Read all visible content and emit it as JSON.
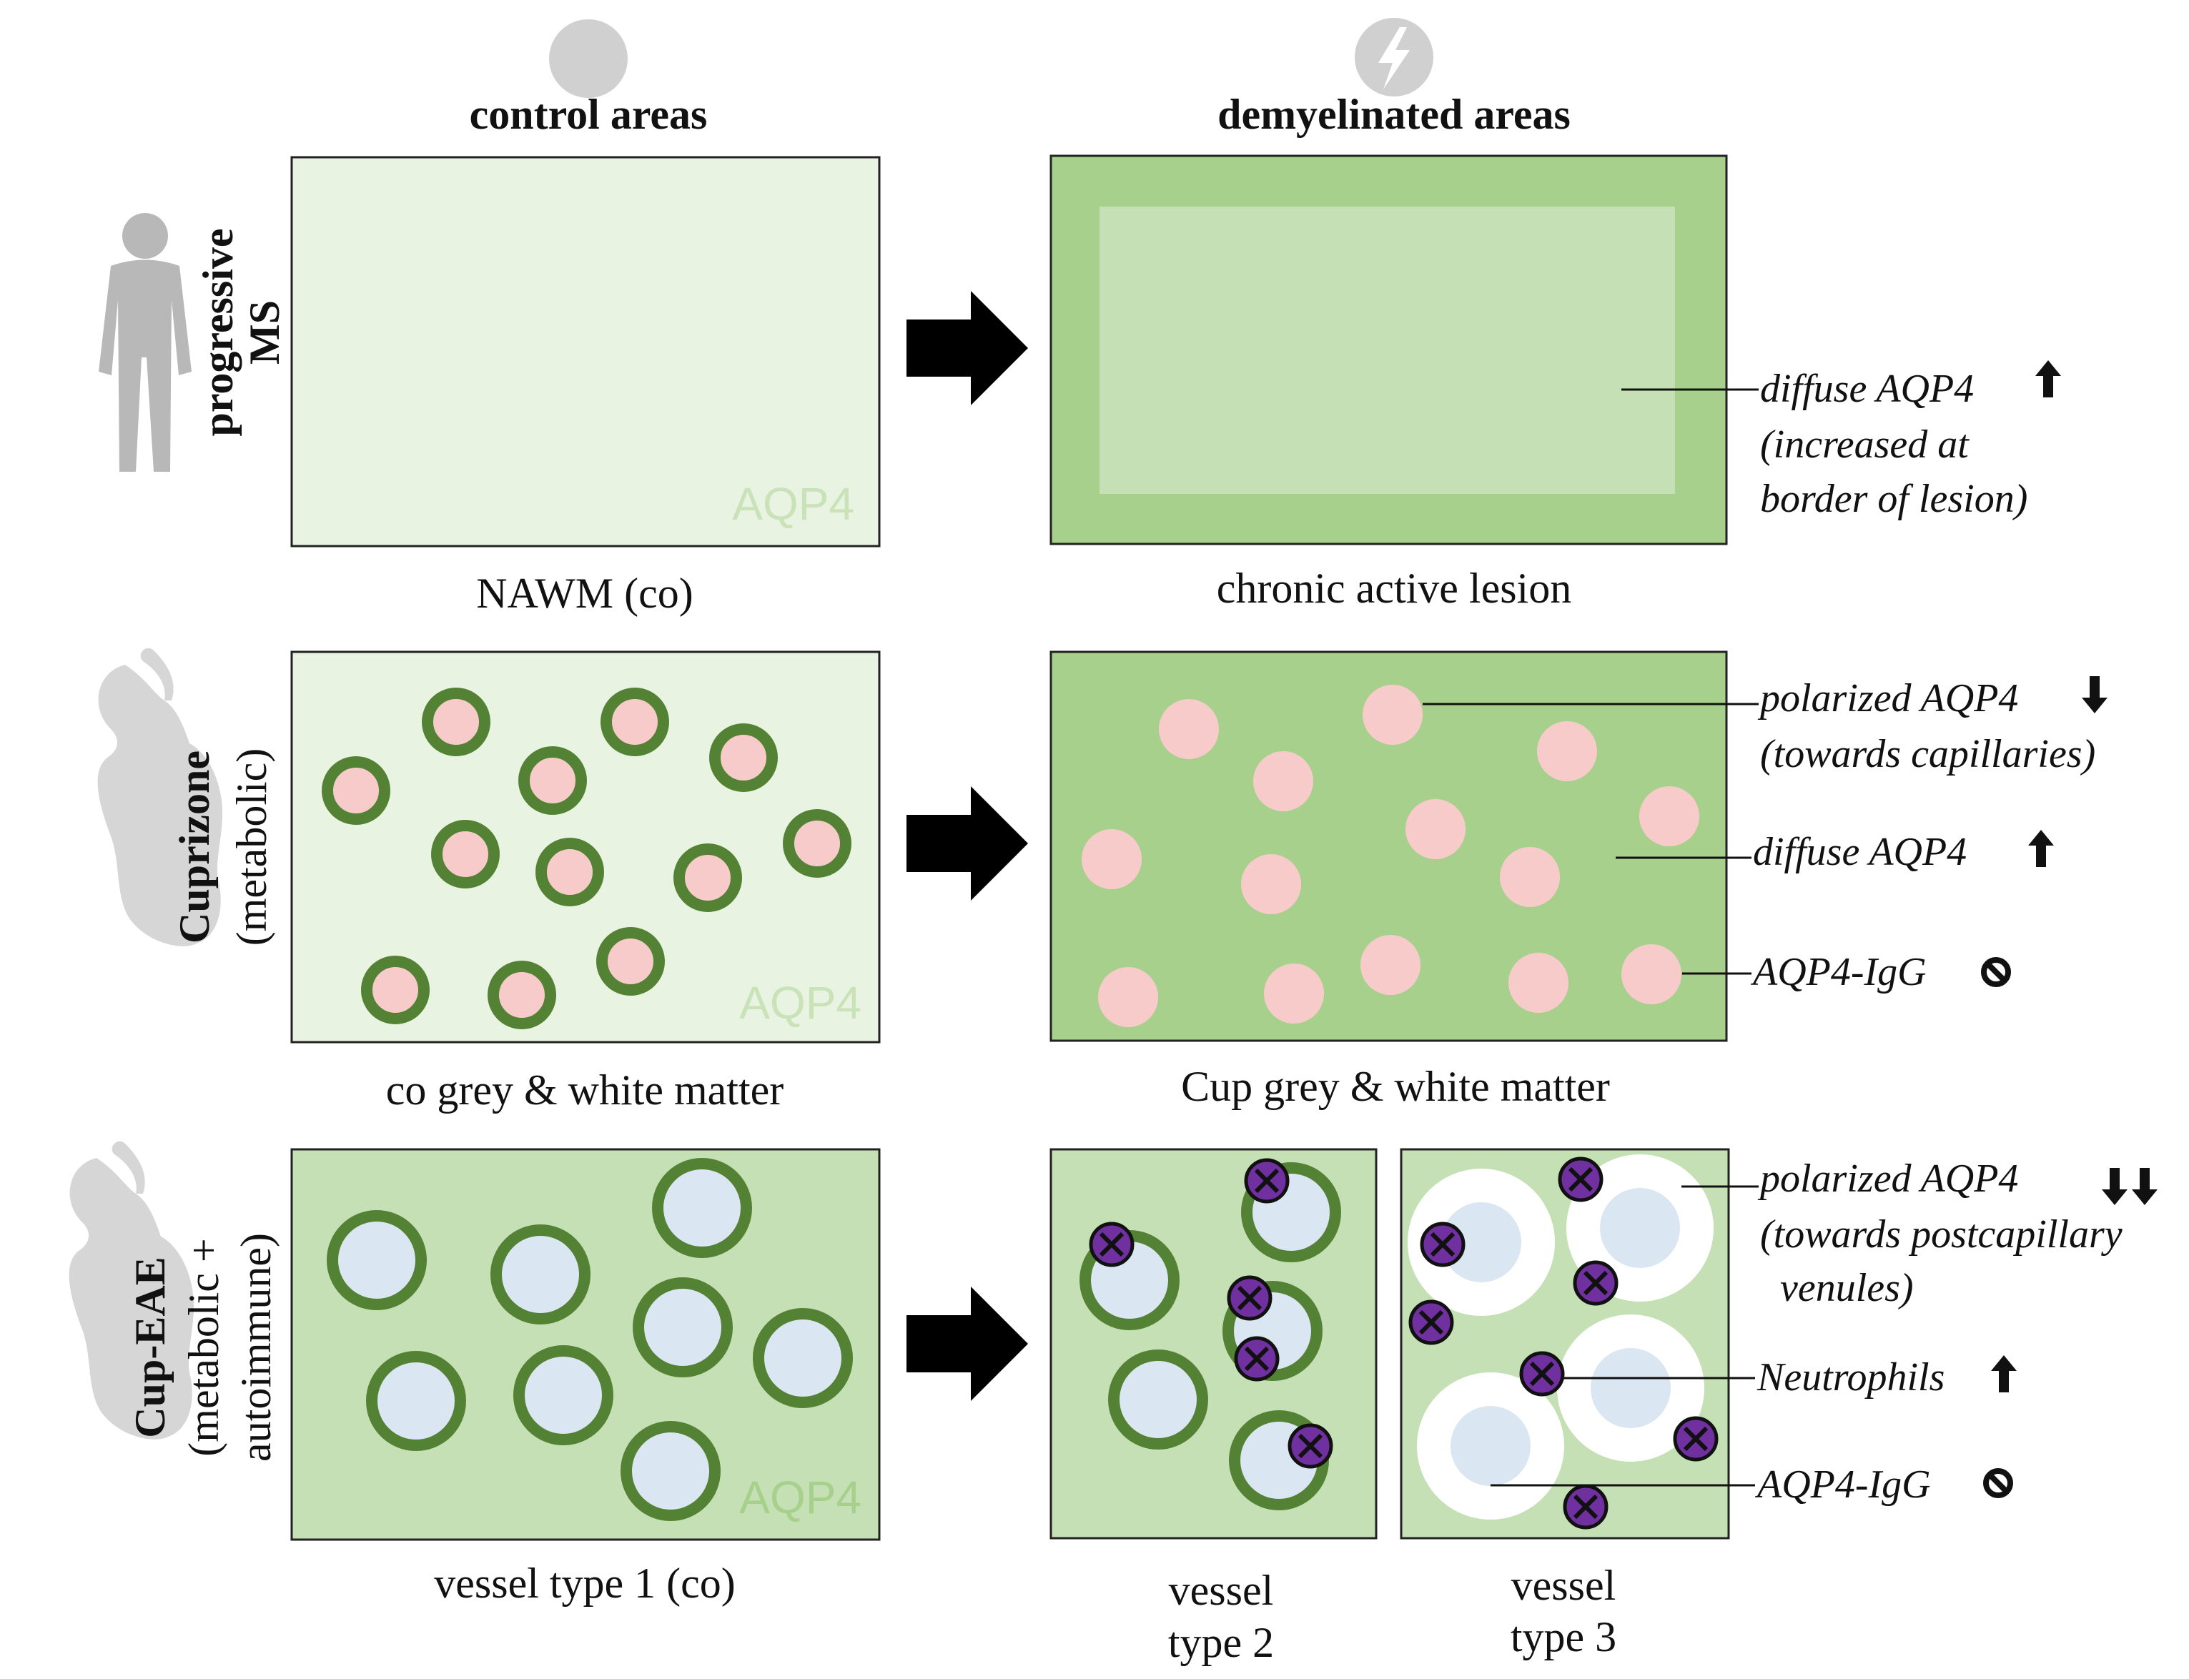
{
  "headers": {
    "control": "control areas",
    "demyelinated": "demyelinated areas"
  },
  "rows": [
    {
      "label_bold": "progressive",
      "label_bold2": "MS",
      "left_caption": "NAWM (co)",
      "right_caption": "chronic active lesion",
      "watermark": "AQP4",
      "notes": {
        "line1": "diffuse AQP4",
        "line2": "(increased at",
        "line3": "border of lesion)"
      }
    },
    {
      "label_bold": "Cuprizone",
      "label_normal": "(metabolic)",
      "left_caption": "co grey & white matter",
      "right_caption": "Cup grey & white matter",
      "watermark": "AQP4",
      "notes": {
        "polarized": "polarized AQP4",
        "polarized_sub": "(towards capillaries)",
        "diffuse": "diffuse AQP4",
        "igg": "AQP4-IgG"
      }
    },
    {
      "label_bold": "Cup-EAE",
      "label_normal": "(metabolic +",
      "label_normal2": "autoimmune)",
      "left_caption": "vessel type 1 (co)",
      "mid_caption_1": "vessel",
      "mid_caption_2": "type 2",
      "right_caption_1": "vessel",
      "right_caption_2": "type 3",
      "watermark": "AQP4",
      "notes": {
        "polarized": "polarized AQP4",
        "polarized_sub1": "(towards postcapillary",
        "polarized_sub2": "venules)",
        "neutrophils": "Neutrophils",
        "igg": "AQP4-IgG"
      }
    }
  ],
  "icons": {
    "control": "grey-circle-icon",
    "demyelinated": "lightning-circle-icon",
    "human": "human-silhouette-icon",
    "mouse": "mouse-silhouette-icon",
    "arrow": "right-arrow-icon",
    "up": "up-arrow-icon",
    "down": "down-arrow-icon",
    "double_down": "double-down-arrow-icon",
    "none": "prohibited-icon",
    "neutrophil": "neutrophil-icon"
  },
  "colors": {
    "pale_green": "#e8f3e2",
    "mid_green": "#a8d08d",
    "light_green": "#c5e0b4",
    "dark_green": "#548235",
    "pink": "#f8cbcb",
    "vessel_blue": "#dae6f2",
    "purple": "#7030a0",
    "grey": "#d0d0d0"
  }
}
